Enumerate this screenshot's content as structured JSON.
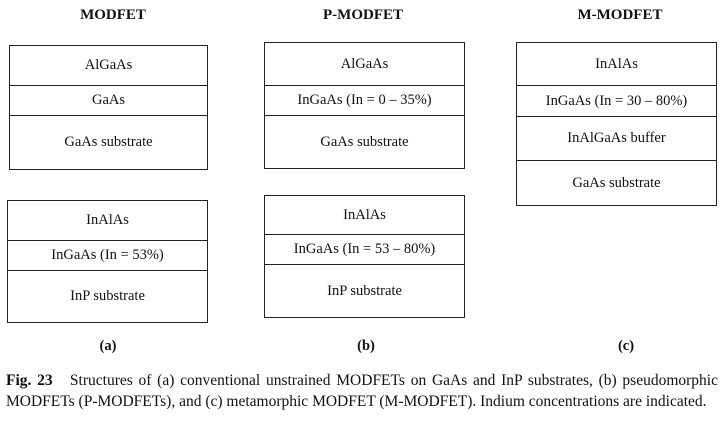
{
  "headings": {
    "a": "MODFET",
    "b": "P-MODFET",
    "c": "M-MODFET"
  },
  "stacks": {
    "a_top": [
      "AlGaAs",
      "GaAs",
      "GaAs substrate"
    ],
    "a_bottom": [
      "InAlAs",
      "InGaAs (In = 53%)",
      "InP substrate"
    ],
    "b_top": [
      "AlGaAs",
      "InGaAs (In = 0 – 35%)",
      "GaAs substrate"
    ],
    "b_bottom": [
      "InAlAs",
      "InGaAs (In = 53 – 80%)",
      "InP substrate"
    ],
    "c": [
      "InAlAs",
      "InGaAs (In = 30 – 80%)",
      "InAlGaAs buffer",
      "GaAs substrate"
    ]
  },
  "panel_labels": {
    "a": "(a)",
    "b": "(b)",
    "c": "(c)"
  },
  "caption": {
    "label": "Fig. 23",
    "text": "Structures of (a) conventional unstrained MODFETs on GaAs and InP substrates, (b) pseudomorphic MODFETs (P-MODFETs), and (c) metamorphic MODFET (M-MODFET). Indium concentrations are indicated."
  }
}
